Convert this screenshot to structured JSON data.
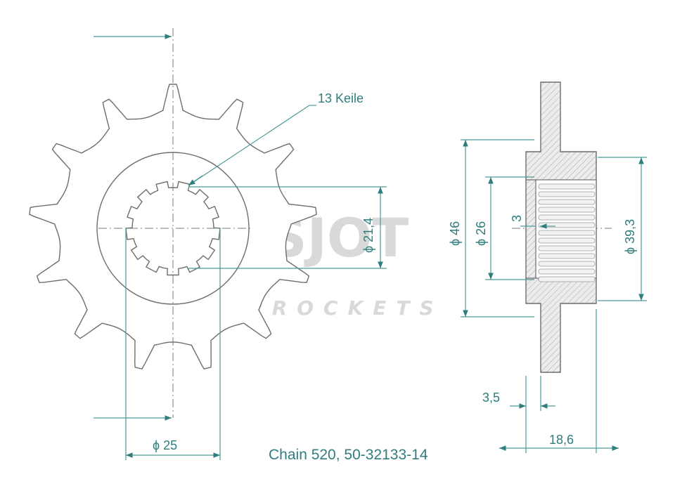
{
  "drawing": {
    "teeth": 13,
    "splines": 13,
    "callout_splines": "13 Keile",
    "dim_bore": "ϕ  25",
    "dim_spline_inner": "ϕ  21,4",
    "dim_hub_outer": "ϕ  46",
    "dim_spline_major": "ϕ  26",
    "dim_spline_depth": "3",
    "dim_hub_diameter": "ϕ  39,3",
    "dim_tooth_width": "3,5",
    "dim_total_width": "18,6",
    "caption": "Chain 520, 50-32133-14",
    "watermark_main": "ESJOT",
    "watermark_sub": "SPROCKETS",
    "colors": {
      "dimension": "#2f7d7d",
      "outline": "#6d6d6d",
      "hatch": "#c8c8c8",
      "watermark": "#d9d9d9"
    }
  }
}
